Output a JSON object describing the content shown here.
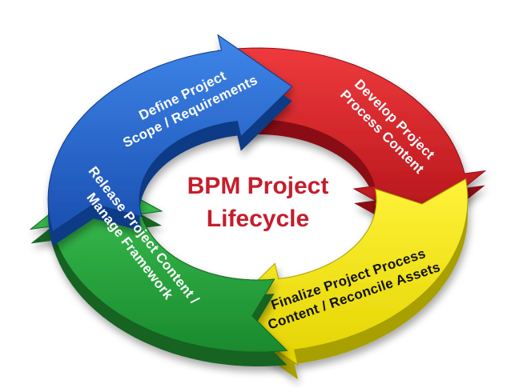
{
  "title": {
    "lines": [
      "BPM Project",
      "Lifecycle"
    ],
    "color": "#c41e2c"
  },
  "segments": [
    {
      "id": "define",
      "lines": [
        "Define Project",
        "Scope / Requirements"
      ],
      "color": "#1f5fc6",
      "dark": "#0f3a86",
      "text_color": "#ffffff"
    },
    {
      "id": "develop",
      "lines": [
        "Develop Project",
        "Process Content"
      ],
      "color": "#d41e24",
      "dark": "#8a1014",
      "text_color": "#ffffff"
    },
    {
      "id": "finalize",
      "lines": [
        "Finalize Project Process",
        "Content / Reconcile Assets"
      ],
      "color": "#f3e600",
      "dark": "#a89f00",
      "text_color": "#111111"
    },
    {
      "id": "release",
      "lines": [
        "Release Project Content /",
        "Manage Framework"
      ],
      "color": "#24a33a",
      "dark": "#136322",
      "text_color": "#ffffff"
    }
  ]
}
